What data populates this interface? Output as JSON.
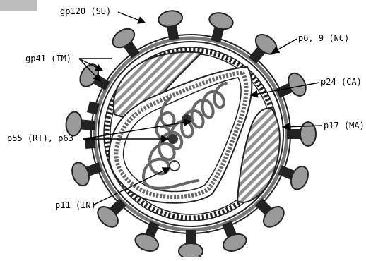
{
  "labels": {
    "gp120": "gp120 (SU)",
    "gp41": "gp41 (TM)",
    "p6_9": "p6, 9 (NC)",
    "p24": "p24 (CA)",
    "p17": "p17 (MA)",
    "p55": "p55 (RT), p63",
    "p11": "p11 (IN)"
  },
  "colors": {
    "spike_fill": "#9a9a9a",
    "stem_fill": "#222222",
    "hatch_fill": "#a0a0a0",
    "outline": "#222222",
    "background": "#ffffff"
  },
  "thumbnail_icon": "corner-thumbnail-icon"
}
